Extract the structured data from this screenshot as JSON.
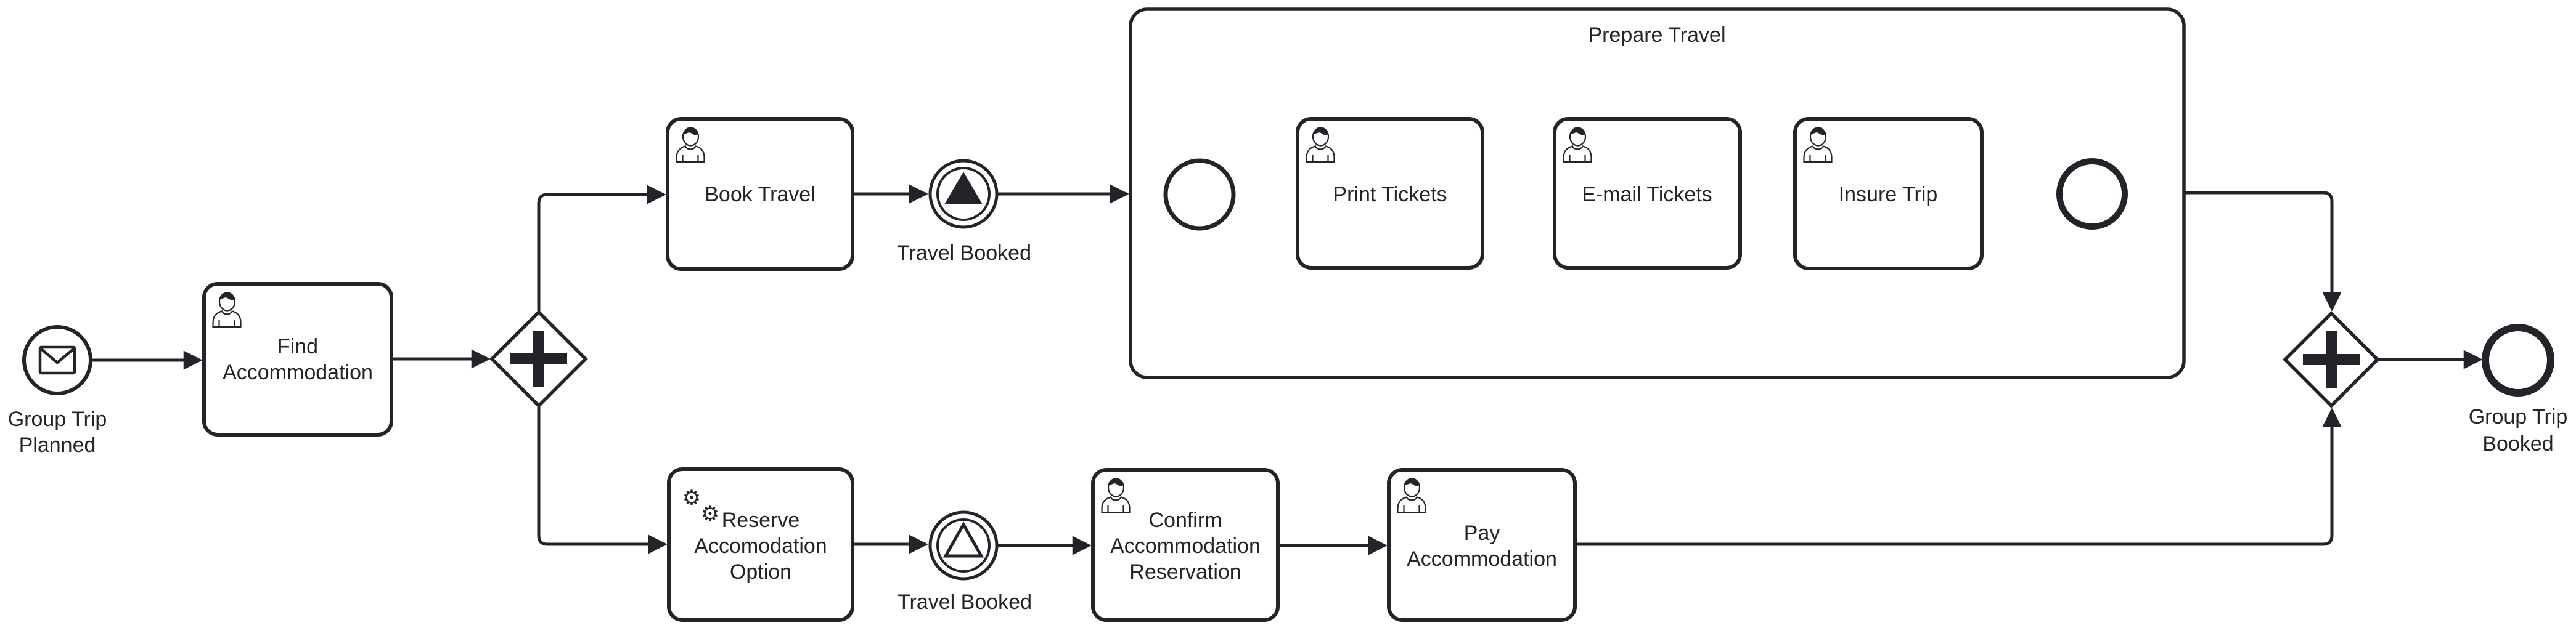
{
  "colors": {
    "ink": "#22242a",
    "canvas": "#ffffff"
  },
  "icons": {
    "gear": "⚙"
  },
  "process": {
    "events": {
      "start": {
        "kind": "message start event",
        "label1": "Group Trip",
        "label2": "Planned"
      },
      "travel_booked_throw": {
        "kind": "signal intermediate throw event",
        "label": "Travel Booked"
      },
      "travel_booked_catch": {
        "kind": "signal intermediate catch event",
        "label": "Travel Booked"
      },
      "end": {
        "kind": "end event",
        "label1": "Group Trip",
        "label2": "Booked"
      }
    },
    "tasks": {
      "find_accommodation": {
        "kind": "user task",
        "label1": "Find",
        "label2": "Accommodation"
      },
      "book_travel": {
        "kind": "user task",
        "label": "Book Travel"
      },
      "reserve_accomodation_option": {
        "kind": "service task",
        "label1": "Reserve",
        "label2": "Accomodation",
        "label3": "Option"
      },
      "confirm_accommodation_reservation": {
        "kind": "user task",
        "label1": "Confirm",
        "label2": "Accommodation",
        "label3": "Reservation"
      },
      "pay_accommodation": {
        "kind": "user task",
        "label1": "Pay",
        "label2": "Accommodation"
      }
    },
    "subprocess": {
      "title": "Prepare Travel",
      "tasks": {
        "print_tickets": {
          "kind": "user task",
          "label": "Print Tickets"
        },
        "email_tickets": {
          "kind": "user task",
          "label": "E-mail Tickets"
        },
        "insure_trip": {
          "kind": "user task",
          "label": "Insure Trip"
        }
      }
    },
    "gateways": {
      "split": {
        "kind": "parallel gateway"
      },
      "join": {
        "kind": "parallel gateway"
      }
    }
  }
}
